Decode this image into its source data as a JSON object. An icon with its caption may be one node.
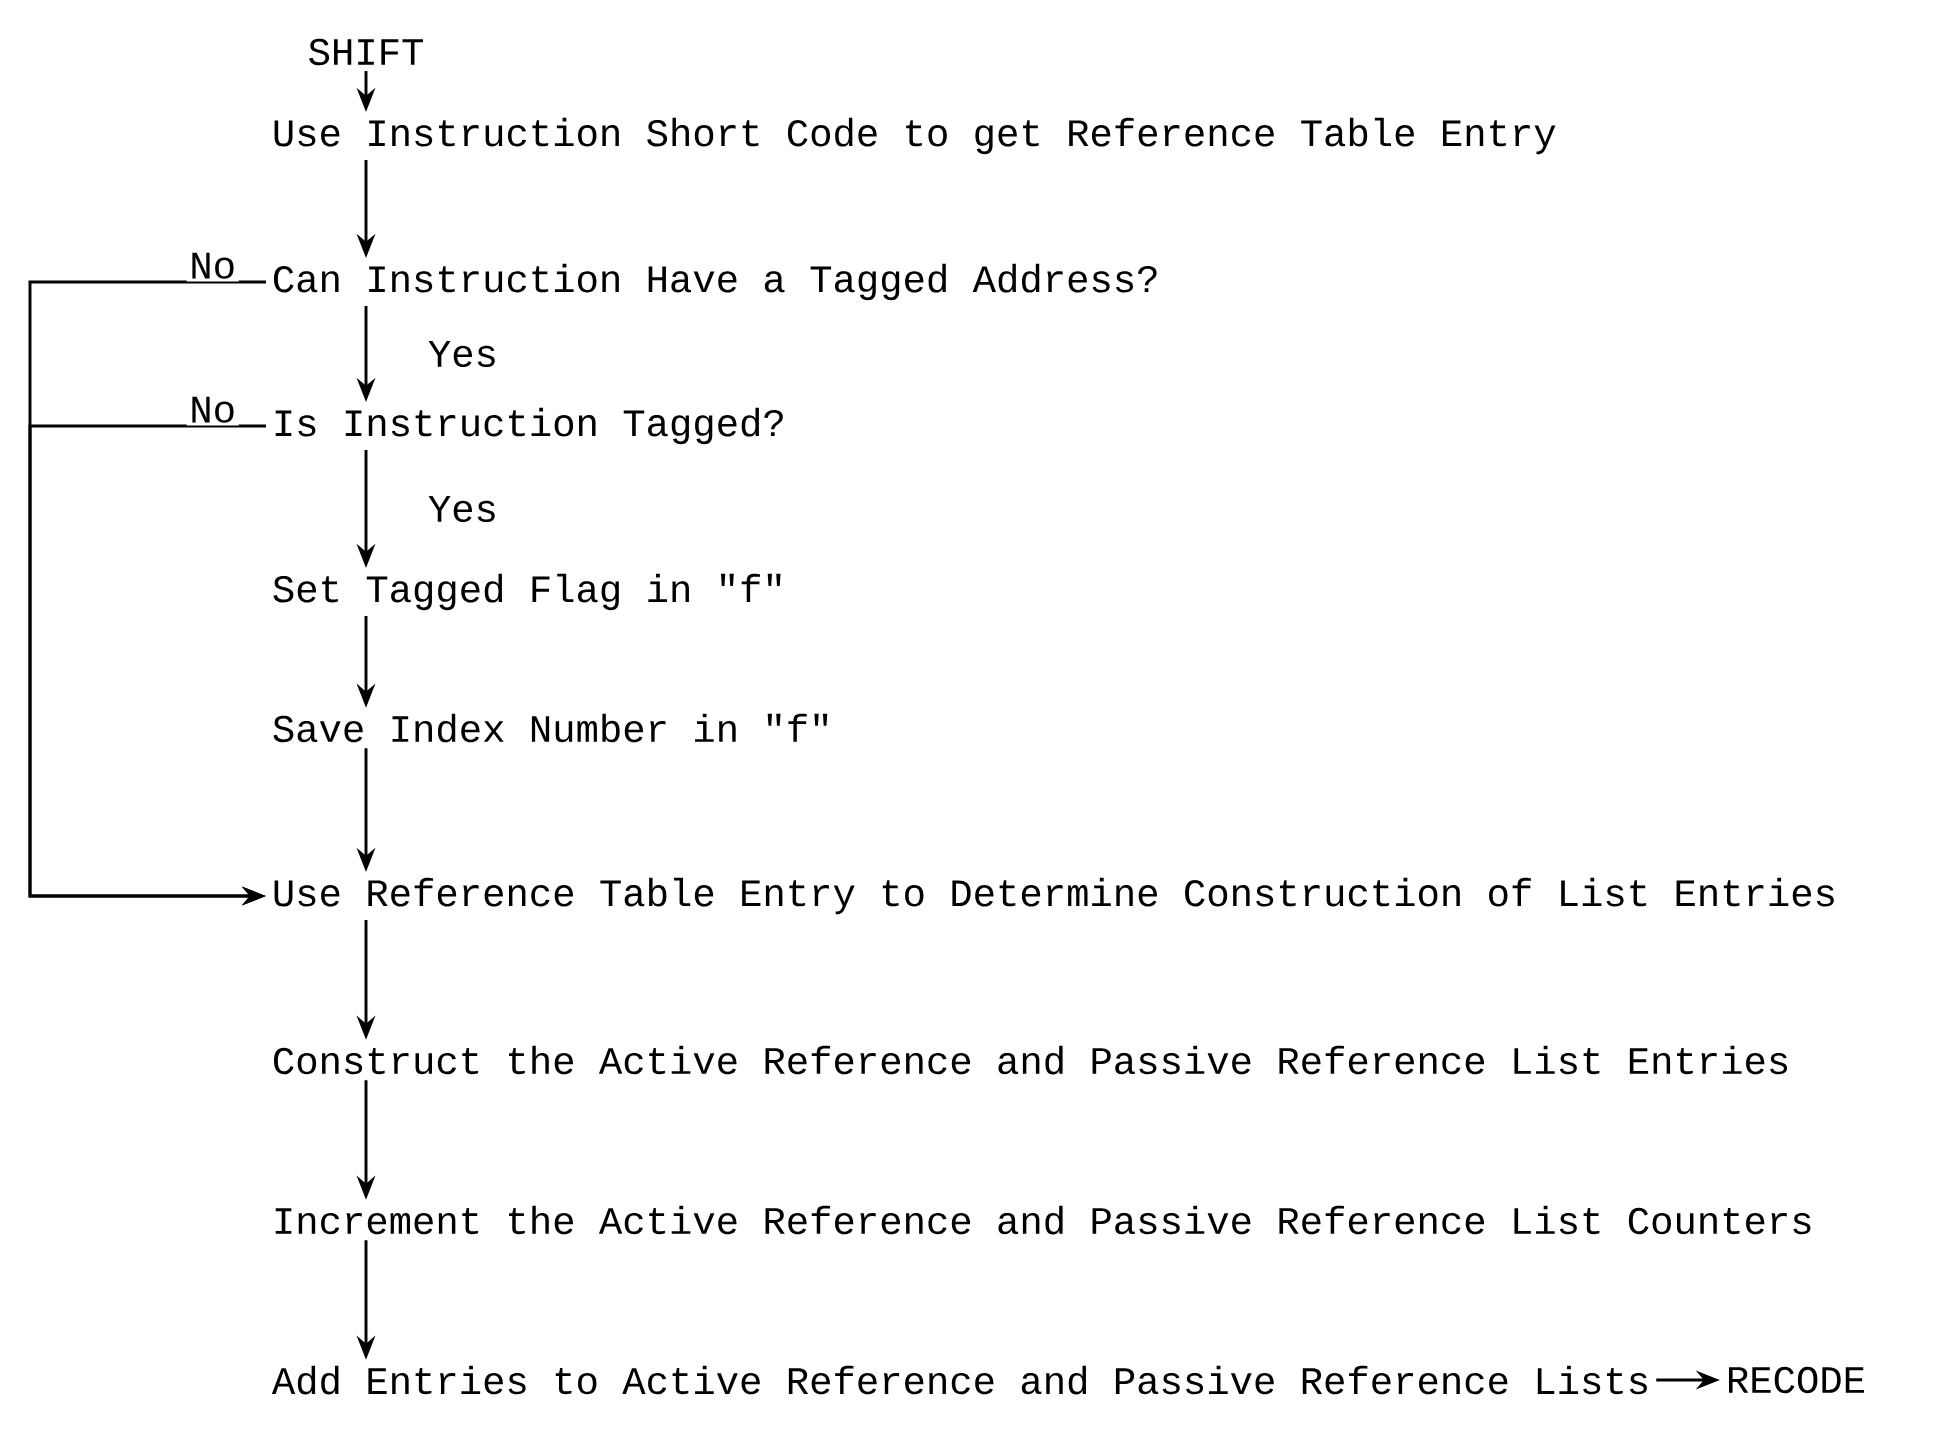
{
  "diagram": {
    "nodes": [
      {
        "text": [
          "SHIFT"
        ]
      },
      {
        "text": [
          "Use Instruction Short Code to get Reference Table Entry"
        ]
      },
      {
        "text": [
          "Can Instruction Have a Tagged Address?"
        ]
      },
      {
        "text": [
          "Is Instruction Tagged?"
        ]
      },
      {
        "text": [
          "Set Tagged Flag in \"f\""
        ]
      },
      {
        "text": [
          "Save Index Number in \"f\""
        ]
      },
      {
        "text": [
          "Use Reference Table Entry to Determine Construction of List Entries"
        ]
      },
      {
        "text": [
          "Construct the Active Reference and Passive Reference List Entries"
        ]
      },
      {
        "text": [
          "Increment the Active Reference and Passive Reference List Counters"
        ]
      },
      {
        "text": [
          "Add Entries to Active Reference and Passive Reference Lists"
        ]
      },
      {
        "text": [
          "RECODE"
        ]
      }
    ],
    "edges": [
      {
        "from": 0,
        "to": 1,
        "arrow": "to"
      },
      {
        "from": 1,
        "to": 2,
        "arrow": "to"
      },
      {
        "from": 2,
        "to": 3,
        "arrow": "to",
        "label": "Yes"
      },
      {
        "from": 3,
        "to": 4,
        "arrow": "to",
        "label": "Yes"
      },
      {
        "from": 4,
        "to": 5,
        "arrow": "to"
      },
      {
        "from": 5,
        "to": 6,
        "arrow": "to"
      },
      {
        "from": 6,
        "to": 7,
        "arrow": "to"
      },
      {
        "from": 7,
        "to": 8,
        "arrow": "to"
      },
      {
        "from": 8,
        "to": 9,
        "arrow": "to"
      },
      {
        "from": 9,
        "to": 10,
        "arrow": "to"
      },
      {
        "from": 2,
        "to": 6,
        "arrow": "to",
        "label": "No"
      },
      {
        "from": 3,
        "to": 6,
        "arrow": "to",
        "label": "No"
      }
    ]
  }
}
